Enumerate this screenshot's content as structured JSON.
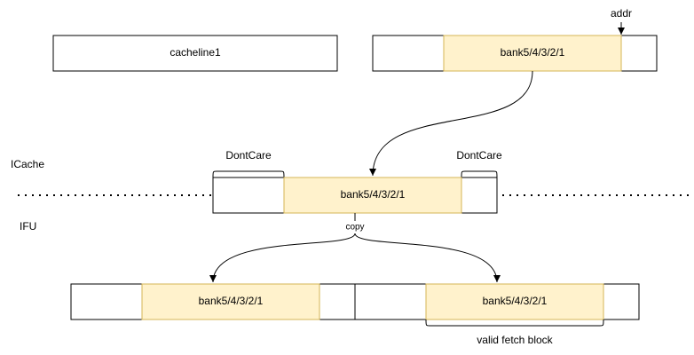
{
  "labels": {
    "cacheline1": "cacheline1",
    "addr": "addr",
    "bank": "bank5/4/3/2/1",
    "dont_care_left": "DontCare",
    "dont_care_right": "DontCare",
    "icache": "ICache",
    "ifu": "IFU",
    "copy": "copy",
    "valid_fetch_block": "valid fetch block"
  },
  "colors": {
    "bank_fill": "#fff2cc",
    "bank_stroke": "#d6b656",
    "box_stroke": "#000000",
    "background": "#ffffff"
  }
}
